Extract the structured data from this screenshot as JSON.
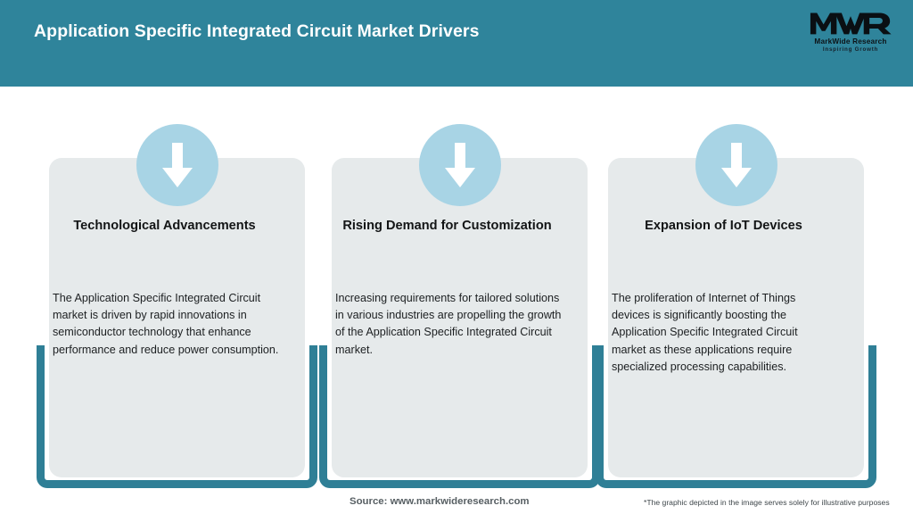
{
  "header": {
    "title": "Application Specific Integrated Circuit Market Drivers",
    "background_color": "#2f849b",
    "title_color": "#ffffff"
  },
  "logo": {
    "mark": "MWR",
    "name": "MarkWide Research",
    "tagline": "Inspiring Growth"
  },
  "theme": {
    "accent_teal": "#2f7f96",
    "panel_gray": "#e6eaeb",
    "badge_blue": "#a8d4e5",
    "arrow_white": "#ffffff"
  },
  "cards": [
    {
      "icon": "arrow-down-icon",
      "heading": "Technological Advancements",
      "body": "The Application Specific Integrated Circuit market is driven by rapid innovations in semiconductor technology that enhance performance and reduce power consumption."
    },
    {
      "icon": "arrow-down-icon",
      "heading": "Rising Demand for Customization",
      "body": "Increasing requirements for tailored solutions in various industries are propelling the growth of the Application Specific Integrated Circuit market."
    },
    {
      "icon": "arrow-down-icon",
      "heading": "Expansion of IoT Devices",
      "body": "The proliferation of Internet of Things devices is significantly boosting the Application Specific Integrated Circuit market as these applications require specialized processing capabilities."
    }
  ],
  "footer": {
    "source": "Source: www.markwideresearch.com",
    "note": "*The graphic depicted in the image serves solely for illustrative purposes"
  }
}
